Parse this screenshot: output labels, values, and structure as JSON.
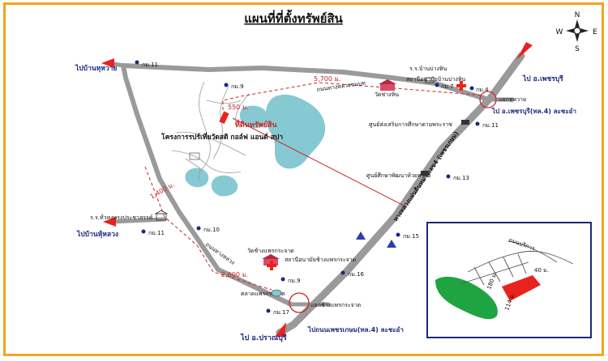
{
  "title": "แผนที่ที่ตั้งทรัพย์สิน",
  "compass": {
    "n": "N",
    "s": "S",
    "e": "E",
    "w": "W"
  },
  "colors": {
    "road": "#9a9a9a",
    "water": "#86c9d3",
    "parcel": "#e8231d",
    "green_area": "#1ea541",
    "frame": "#f2a51f",
    "route": "#c62828"
  },
  "labels": {
    "to_ban_huai_sai": "ไปบ้านหุหวาย",
    "km11_top": "กม.11",
    "km9_top": "กม.9",
    "dist_5700": "5,700 ม.",
    "rural_road": "ถนนทางหลวงชนบท",
    "school_ban_hang_sin": "ร.ร.บ้านบ่างหิน",
    "health_ban_hang_sin": "สถานีอนามัยบ้านบ่างหิน",
    "wat_hang_sin": "วัดช่างหิน",
    "km7": "กม.7",
    "km4_top": "กม.4",
    "to_phetchaburi": "ไป อ.เพชรบุรี",
    "intersection_huai_sai": "แยกหุหวาย",
    "to_cha_am": "ไป อ.เพชรบุรี(ทล.4) ละชะอำ",
    "dist_550": "550 ม.",
    "property": "ที่ดินทรัพย์สิน",
    "project": "โครงการรปร์เที่ยวัดสดิ กอล์ฟ แอนด์ สปา",
    "ag_center": "ศูนย์ส่งเสริมการศึกษาตามพระราช",
    "km11_right": "กม.11",
    "study_center": "ศูนย์ศึกษาพัฒนาห้วยทราย",
    "km13": "กม.13",
    "dist_1400": "1,400 ม.",
    "main_highway": "ทางหลวงแผ่นดินหมายเลข4 (เพชรเกษม)",
    "school_left": "ร.ร.ทั่วหงทรงประชาสรรค์",
    "km10": "กม.10",
    "km11_left": "กม.11",
    "to_ban_nong_luang": "ไปบ้านหุ้หลวง",
    "km15": "กม.15",
    "rural_road_2": "ถนนทางหลวง",
    "wat_phraek": "วัดช้างแพรกระจาด",
    "health_phraek": "สถานีอนามัยช้างแพรกระจาด",
    "dist_2600": "2,600 ม.",
    "km9_bottom": "กม.9",
    "km16": "กม.16",
    "market": "ตลาดแพรกระจาด",
    "intersection_phraek": "แยกช้างแพรกระจาด",
    "km17": "กม.17",
    "to_pranburi": "ไป อ.ปราณบุรี",
    "to_phetkasem": "ไปถนนเพชรเกษม(ทล.4) ละชะอำ",
    "inset_road": "ถนนบริการ",
    "inset_40": "40 ม.",
    "inset_180": "180 ม.",
    "inset_114": "114 ม."
  }
}
